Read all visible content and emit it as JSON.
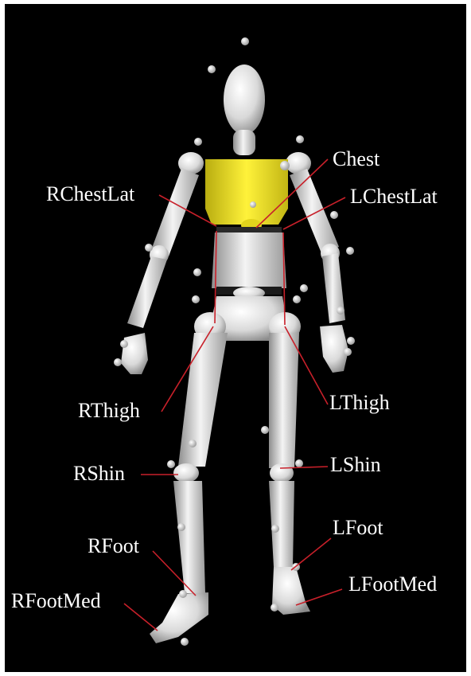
{
  "labels": {
    "chest": "Chest",
    "rchestlat": "RChestLat",
    "lchestlat": "LChestLat",
    "rthigh": "RThigh",
    "lthigh": "LThigh",
    "rshin": "RShin",
    "lshin": "LShin",
    "rfoot": "RFoot",
    "lfoot": "LFoot",
    "rfootmed": "RFootMed",
    "lfootmed": "LFootMed"
  },
  "colors": {
    "background": "#000000",
    "body": "#e6e6e6",
    "chest_segment": "#f2e62a",
    "leader_lines": "#c8202a",
    "label_text": "#ffffff"
  }
}
